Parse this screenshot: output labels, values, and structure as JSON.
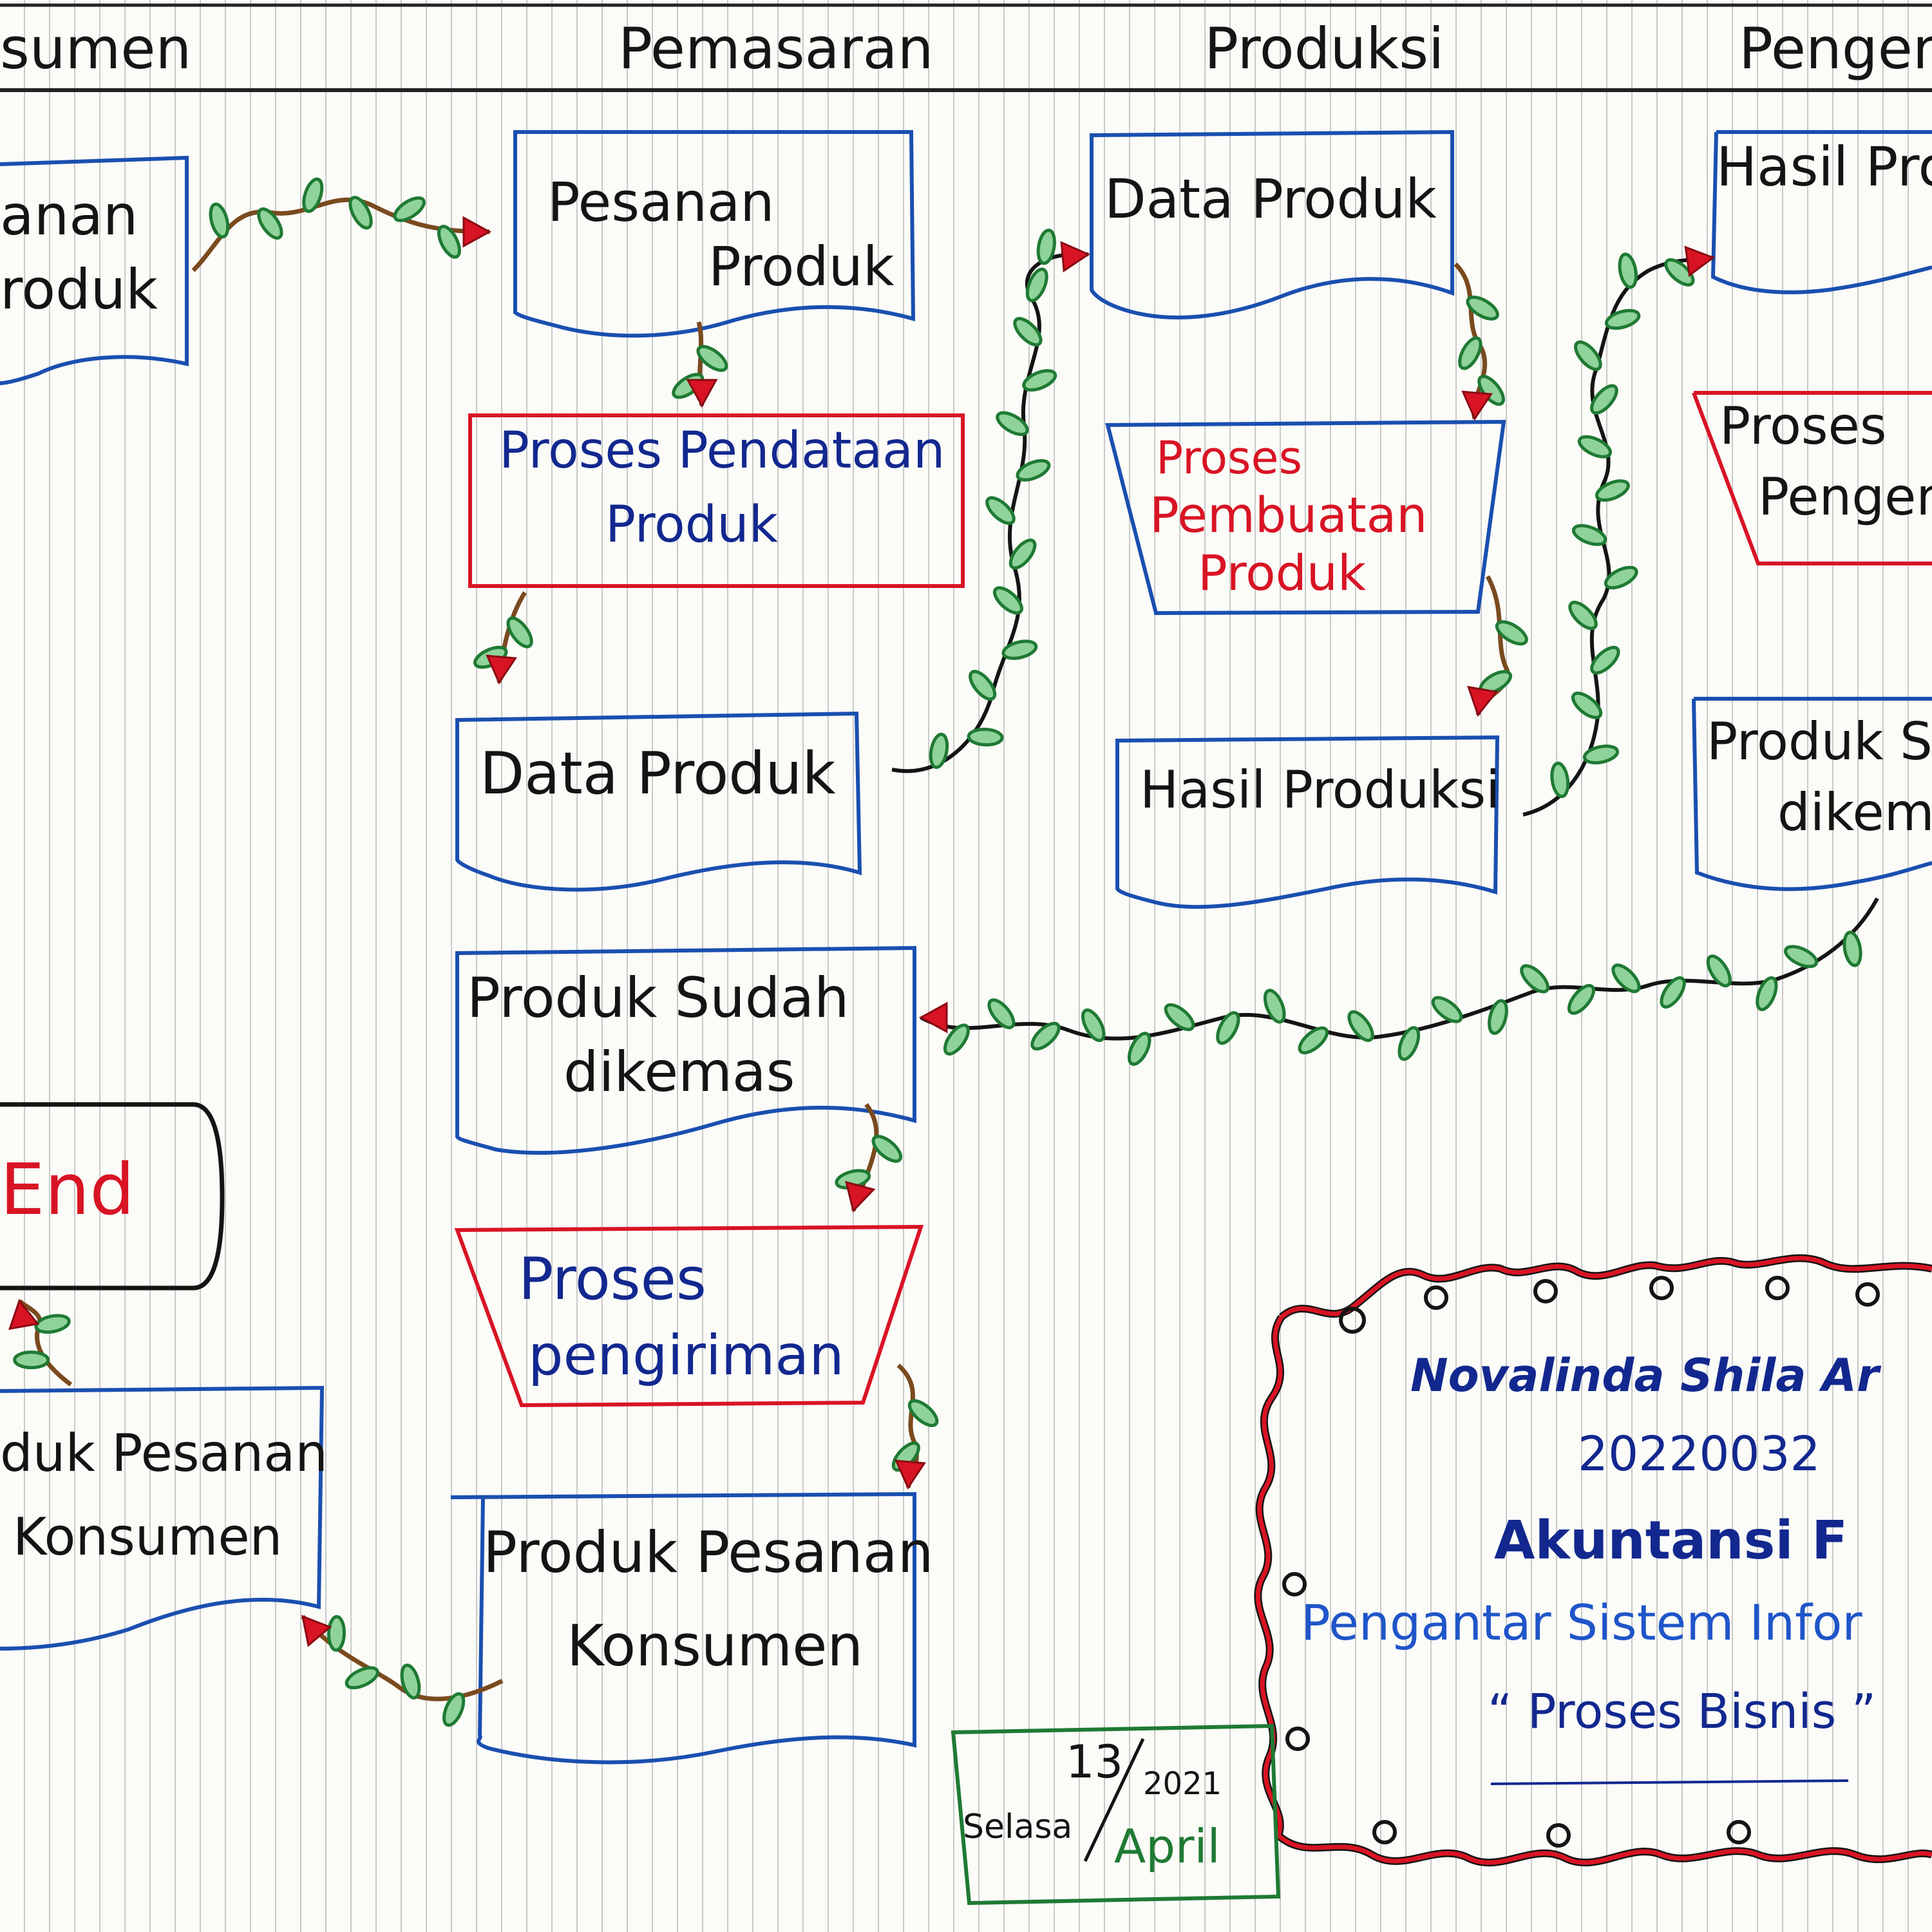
{
  "header": {
    "lanes": [
      "sumen",
      "Pemasaran",
      "Produksi",
      "Pengem"
    ]
  },
  "konsumen": {
    "pesanan_produk_doc": [
      "anan",
      "roduk"
    ],
    "end_terminator": "End",
    "produk_pesanan_doc": [
      "duk Pesanan",
      "Konsumen"
    ]
  },
  "pemasaran": {
    "pesanan_produk": [
      "Pesanan",
      "Produk"
    ],
    "proses_pendataan": [
      "Proses Pendataan",
      "Produk"
    ],
    "data_produk": "Data Produk",
    "produk_sudah_dikemas": [
      "Produk Sudah",
      "dikemas"
    ],
    "proses_pengiriman": [
      "Proses",
      "pengiriman"
    ],
    "produk_pesanan_konsumen": [
      "Produk Pesanan",
      "Konsumen"
    ]
  },
  "produksi": {
    "data_produk": "Data Produk",
    "proses_pembuatan": [
      "Proses",
      "Pembuatan",
      "Produk"
    ],
    "hasil_produksi": "Hasil Produksi"
  },
  "pengemasan": {
    "hasil_produksi": "Hasil Pro",
    "proses_pengemasan": [
      "Proses",
      "Pengem"
    ],
    "produk_sudah_dikemas": [
      "Produk S",
      "dikem"
    ]
  },
  "student_card": {
    "name": "Novalinda Shila Ar",
    "id": "20220032",
    "class": "Akuntansi F",
    "course": "Pengantar Sistem Infor",
    "topic": "“ Proses Bisnis ”"
  },
  "date_stamp": {
    "day": "13",
    "year": "2021",
    "weekday": "Selasa",
    "month": "April"
  },
  "colors": {
    "ink_black": "#141414",
    "ink_blue": "#12288f",
    "ink_red": "#d81424",
    "leaf_green": "#1f7a33",
    "vine_brown": "#7a4a1e",
    "box_blue": "#1a4fb0"
  }
}
